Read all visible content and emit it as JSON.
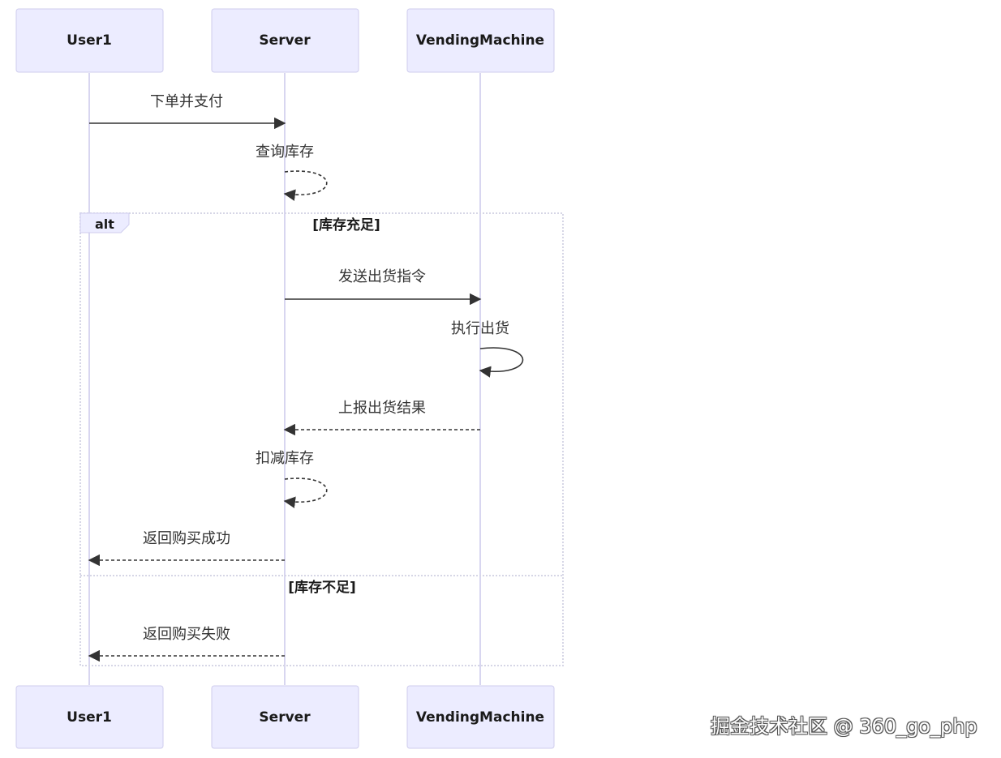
{
  "diagram": {
    "participants": [
      {
        "id": "user1",
        "label": "User1"
      },
      {
        "id": "server",
        "label": "Server"
      },
      {
        "id": "vending",
        "label": "VendingMachine"
      }
    ],
    "messages": [
      {
        "label": "下单并支付",
        "from": "user1",
        "to": "server",
        "style": "solid"
      },
      {
        "label": "查询库存",
        "from": "server",
        "to": "server",
        "style": "dashed"
      },
      {
        "label": "发送出货指令",
        "from": "server",
        "to": "vending",
        "style": "solid"
      },
      {
        "label": "执行出货",
        "from": "vending",
        "to": "vending",
        "style": "solid"
      },
      {
        "label": "上报出货结果",
        "from": "vending",
        "to": "server",
        "style": "dashed"
      },
      {
        "label": "扣减库存",
        "from": "server",
        "to": "server",
        "style": "dashed"
      },
      {
        "label": "返回购买成功",
        "from": "server",
        "to": "user1",
        "style": "dashed"
      },
      {
        "label": "返回购买失败",
        "from": "server",
        "to": "user1",
        "style": "dashed"
      }
    ],
    "alt_block": {
      "label": "alt",
      "conditions": [
        "[库存充足]",
        "[库存不足]"
      ]
    }
  },
  "watermark": "掘金技术社区 @ 360_go_php"
}
